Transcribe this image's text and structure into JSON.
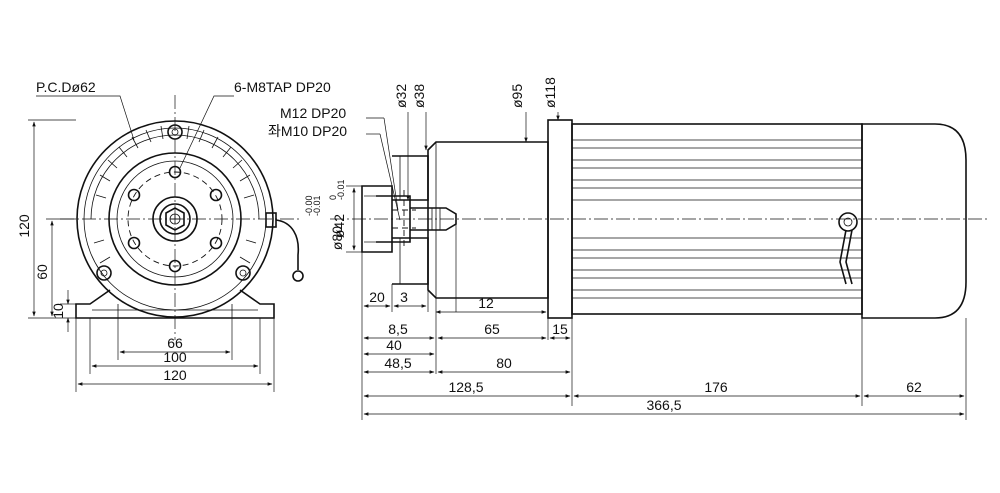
{
  "callouts": {
    "pcd": "P.C.Dø62",
    "tap": "6-M8TAP DP20",
    "m12": "M12 DP20",
    "m10": "좌M10 DP20"
  },
  "diameters": {
    "d32": "ø32",
    "d38": "ø38",
    "d95": "ø95",
    "d118": "ø118",
    "d80": "ø80",
    "d80_tol_upper": "-0.00",
    "d80_tol_lower": "-0.01",
    "d42": "ø42",
    "d42_tol_upper": "0",
    "d42_tol_lower": "-0.01"
  },
  "front_view": {
    "height_120": "120",
    "height_60": "60",
    "height_10": "10",
    "width_66": "66",
    "width_100": "100",
    "width_120": "120"
  },
  "side_view": {
    "d20": "20",
    "d3": "3",
    "d12": "12",
    "d8_5": "8,5",
    "d65": "65",
    "d15": "15",
    "d40": "40",
    "d48_5": "48,5",
    "d80": "80",
    "d128_5": "128,5",
    "d176": "176",
    "d62": "62",
    "d366_5": "366,5"
  }
}
